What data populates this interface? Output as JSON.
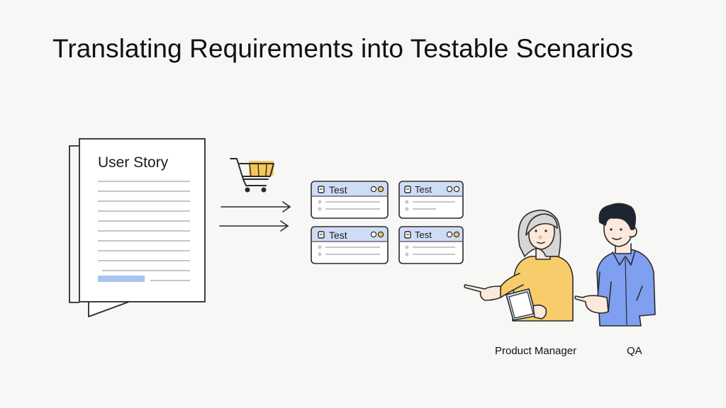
{
  "title": "Translating Requirements into Testable Scenarios",
  "user_story": {
    "title": "User Story",
    "icon": "shopping-cart-icon"
  },
  "test_cards": [
    {
      "label": "Test"
    },
    {
      "label": "Test"
    },
    {
      "label": "Test"
    },
    {
      "label": "Test"
    }
  ],
  "people": {
    "product_manager": "Product Manager",
    "qa": "QA"
  },
  "colors": {
    "card_header": "#cfdcf6",
    "highlight": "#a9c3ef",
    "cart_box": "#f5c75a",
    "pm_shirt": "#f8cc6a",
    "qa_shirt": "#7f9ff0",
    "line": "#2a2a2a"
  }
}
